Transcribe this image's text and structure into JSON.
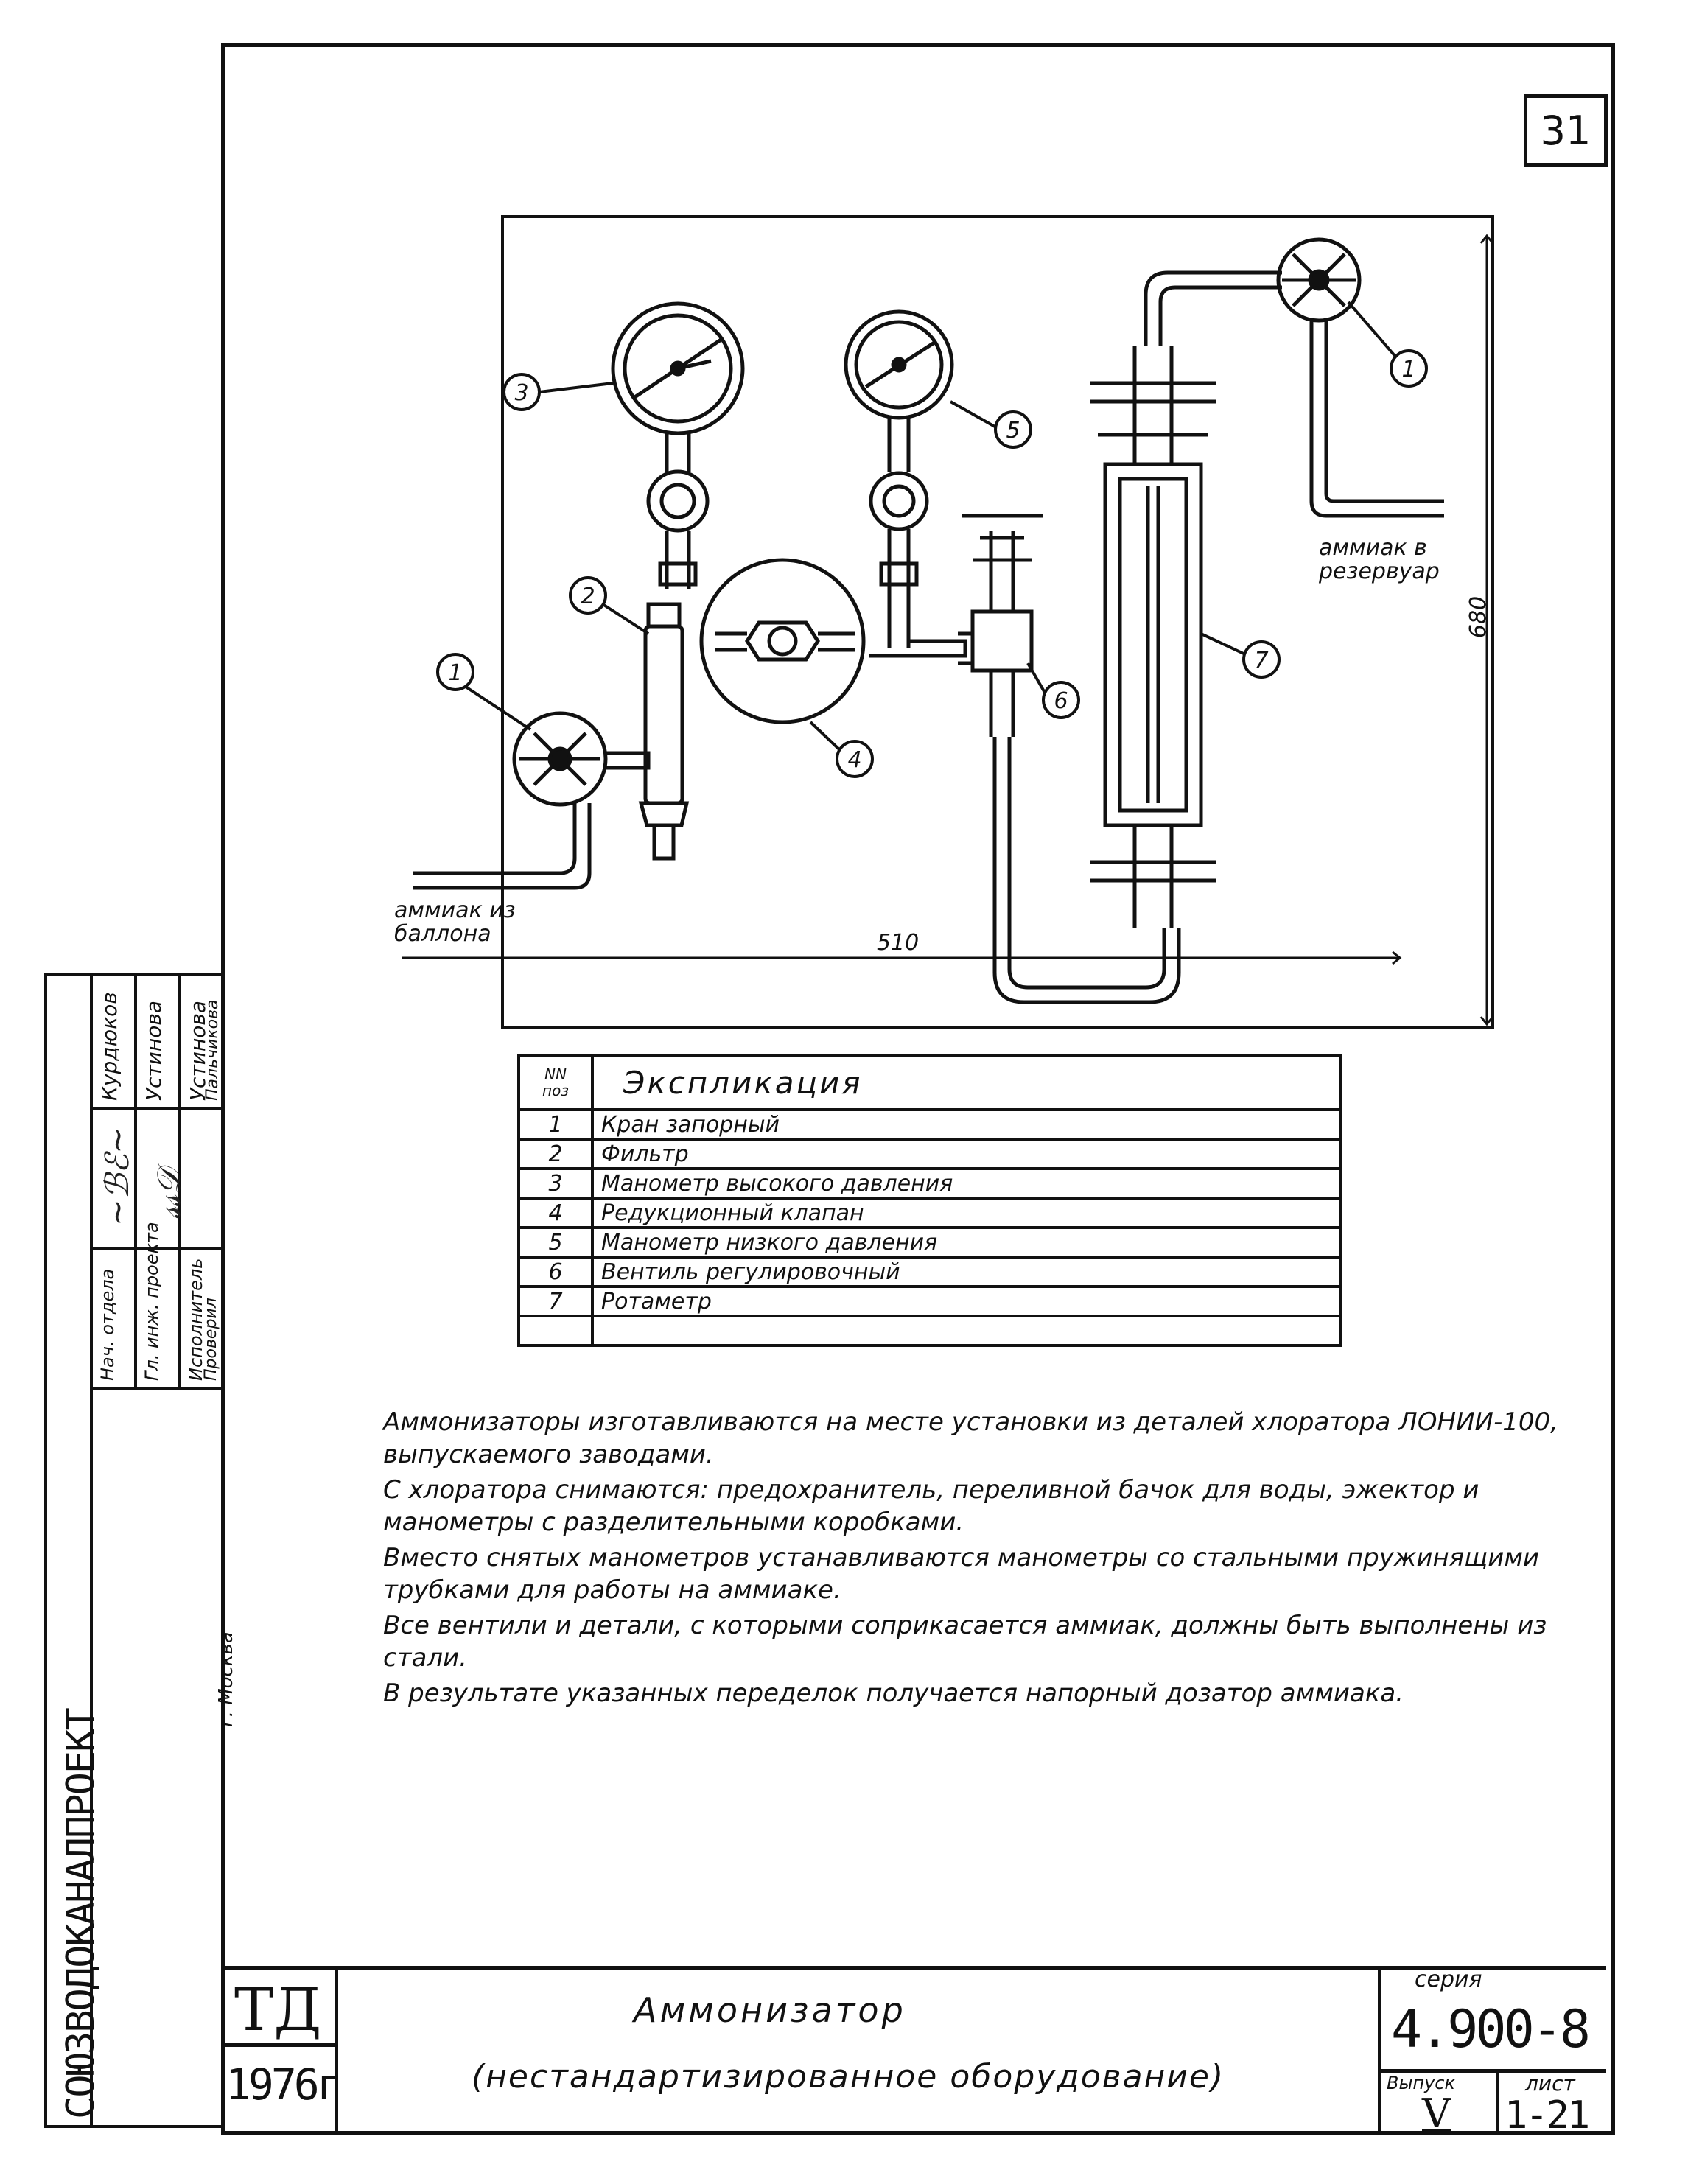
{
  "sheet_number": "31",
  "labels": {
    "inlet": [
      "аммиак из",
      "баллона"
    ],
    "outlet": [
      "аммиак в",
      "резервуар"
    ],
    "dim_width": "510",
    "dim_height": "680"
  },
  "callouts": [
    "1",
    "2",
    "3",
    "4",
    "5",
    "6",
    "7",
    "1"
  ],
  "legend": {
    "header_pos": [
      "NN",
      "поз"
    ],
    "header_title": "Экспликация",
    "rows": [
      {
        "n": "1",
        "name": "Кран запорный"
      },
      {
        "n": "2",
        "name": "Фильтр"
      },
      {
        "n": "3",
        "name": "Манометр высокого давления"
      },
      {
        "n": "4",
        "name": "Редукционный клапан"
      },
      {
        "n": "5",
        "name": "Манометр низкого давления"
      },
      {
        "n": "6",
        "name": "Вентиль регулировочный"
      },
      {
        "n": "7",
        "name": "Ротаметр"
      },
      {
        "n": "",
        "name": ""
      }
    ]
  },
  "notes": [
    "Аммонизаторы изготавливаются на месте установки из деталей хлоратора ЛОНИИ-100, выпускаемого заводами.",
    "С хлоратора снимаются: предохранитель, переливной бачок для воды, эжектор и манометры с разделительными коробками.",
    "Вместо снятых манометров устанавливаются манометры со стальными пружинящими трубками для работы на аммиаке.",
    "Все вентили и детали, с которыми соприкасается аммиак, должны быть выполнены из стали.",
    "В результате указанных переделок получается напорный дозатор аммиака."
  ],
  "stamp": {
    "organization": "СОЮЗВОДОКАНАЛПРОЕКТ",
    "city": "г. Москва",
    "roles": [
      "Нач. отдела",
      "Гл. инж. проекта",
      "Исполнитель",
      "Проверил"
    ],
    "names": [
      "Курдюков",
      "Устинова",
      "Устинова",
      "Пальчикова"
    ]
  },
  "title_block": {
    "code": "ТД",
    "year": "1976г",
    "title": "Аммонизатор",
    "subtitle": "(нестандартизированное оборудование)",
    "series_label": "серия",
    "series": "4.900-8",
    "issue_label": "Выпуск",
    "issue": "V",
    "sheet_label": "лист",
    "sheet": "1-21"
  }
}
